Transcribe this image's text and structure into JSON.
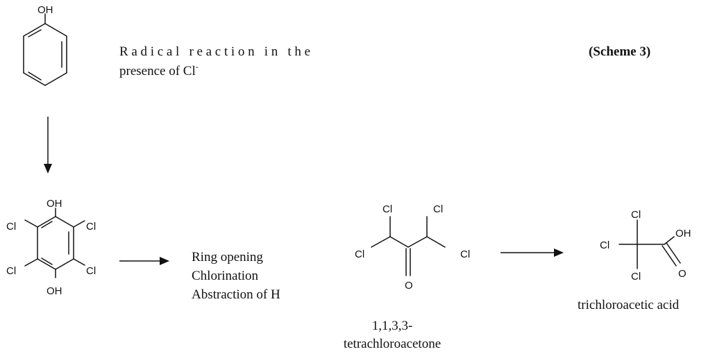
{
  "scheme_label": "(Scheme 3)",
  "step1": {
    "line1": "Radical reaction in the",
    "line2": "presence of Cl",
    "line2_superscript": "-"
  },
  "step2": {
    "line1": "Ring opening",
    "line2": "Chlorination",
    "line3": "Abstraction of H"
  },
  "phenol": {
    "oh": "OH"
  },
  "tetrachlorohydroquinone": {
    "oh_top": "OH",
    "oh_bottom": "OH",
    "cl": [
      "Cl",
      "Cl",
      "Cl",
      "Cl"
    ]
  },
  "tetrachloroacetone": {
    "name_line1": "1,1,3,3-",
    "name_line2": "tetrachloroacetone",
    "cl": [
      "Cl",
      "Cl",
      "Cl",
      "Cl"
    ],
    "o": "O"
  },
  "trichloroacetic_acid": {
    "name": "trichloroacetic acid",
    "cl": [
      "Cl",
      "Cl",
      "Cl"
    ],
    "oh": "OH",
    "o": "O"
  }
}
